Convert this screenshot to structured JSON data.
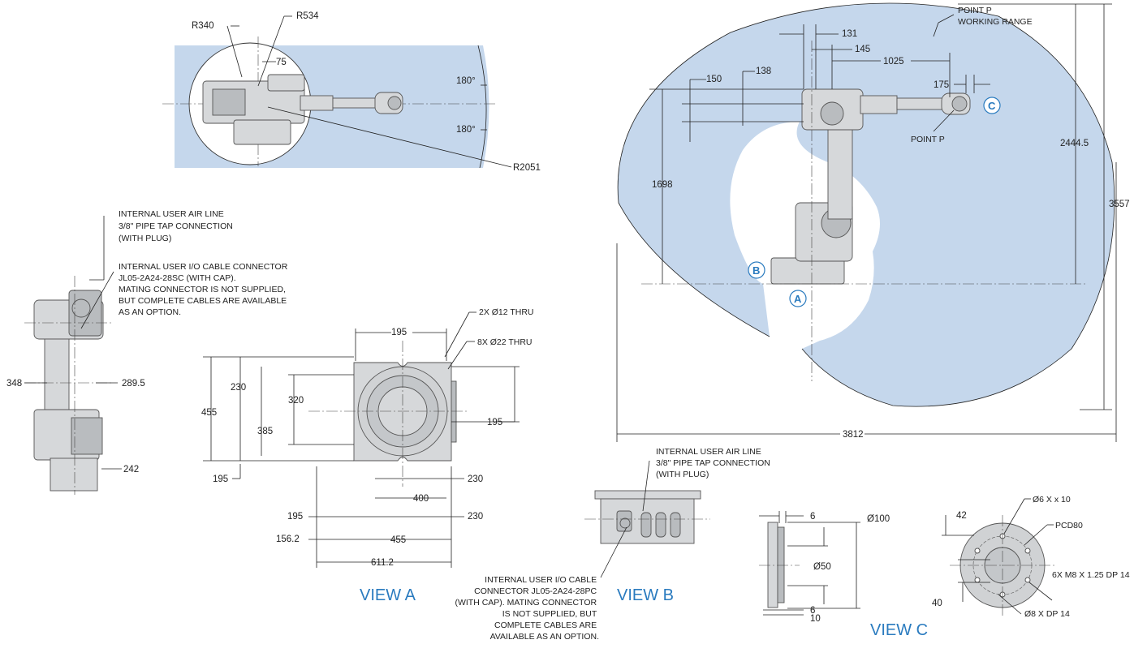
{
  "colors": {
    "working_range": "#c5d7ec",
    "view_label": "#2a7bbf",
    "robot_body": "#d6d8da",
    "line": "#222222"
  },
  "top_view": {
    "r340": "R340",
    "r534": "R534",
    "d75": "75",
    "angle_upper": "180°",
    "angle_lower": "180°",
    "r2051": "R2051"
  },
  "side_left": {
    "air_line_note": [
      "INTERNAL USER AIR LINE",
      "3/8\" PIPE TAP CONNECTION",
      "(WITH PLUG)"
    ],
    "io_note": [
      "INTERNAL USER I/O CABLE CONNECTOR",
      "JL05-2A24-28SC (WITH CAP).",
      "MATING CONNECTOR IS NOT SUPPLIED,",
      "BUT COMPLETE CABLES ARE AVAILABLE",
      "AS AN OPTION."
    ],
    "d348": "348",
    "d289_5": "289.5",
    "d242": "242"
  },
  "view_a": {
    "label": "VIEW A",
    "thru2": "2X Ø12 THRU",
    "thru8": "8X Ø22   THRU",
    "d195_top": "195",
    "d230_left": "230",
    "d455_left": "455",
    "d320": "320",
    "d385": "385",
    "d195_right": "195",
    "d195_bl": "195",
    "d230_r1": "230",
    "d400": "400",
    "d195_b2": "195",
    "d230_r2": "230",
    "d156_2": "156.2",
    "d455_bottom": "455",
    "d611_2": "611.2"
  },
  "side_right": {
    "point_p_range": [
      "POINT P",
      "WORKING RANGE"
    ],
    "d131": "131",
    "d145": "145",
    "d1025": "1025",
    "d150": "150",
    "d138": "138",
    "d175": "175",
    "point_p": "POINT P",
    "d1698": "1698",
    "d2444_5": "2444.5",
    "d3557": "3557",
    "d3812": "3812",
    "callout_a": "A",
    "callout_b": "B",
    "callout_c": "C"
  },
  "view_b": {
    "label": "VIEW B",
    "air_line_note": [
      "INTERNAL USER AIR LINE",
      "3/8\" PIPE TAP CONNECTION",
      "(WITH PLUG)"
    ],
    "io_note": [
      "INTERNAL USER I/O CABLE",
      "CONNECTOR JL05-2A24-28PC",
      "(WITH CAP). MATING CONNECTOR",
      "IS NOT SUPPLIED, BUT",
      "COMPLETE CABLES ARE",
      "AVAILABLE AS AN OPTION."
    ]
  },
  "view_c": {
    "label": "VIEW C",
    "d6_top": "6",
    "d100": "Ø100",
    "d50": "Ø50",
    "d6_bottom": "6",
    "d10": "10",
    "d6x10": "Ø6 X x 10",
    "d42": "42",
    "pcd80": "PCD80",
    "m8": "6X M8 X 1.25 DP 14",
    "d40": "40",
    "d8": "Ø8 X DP 14"
  }
}
